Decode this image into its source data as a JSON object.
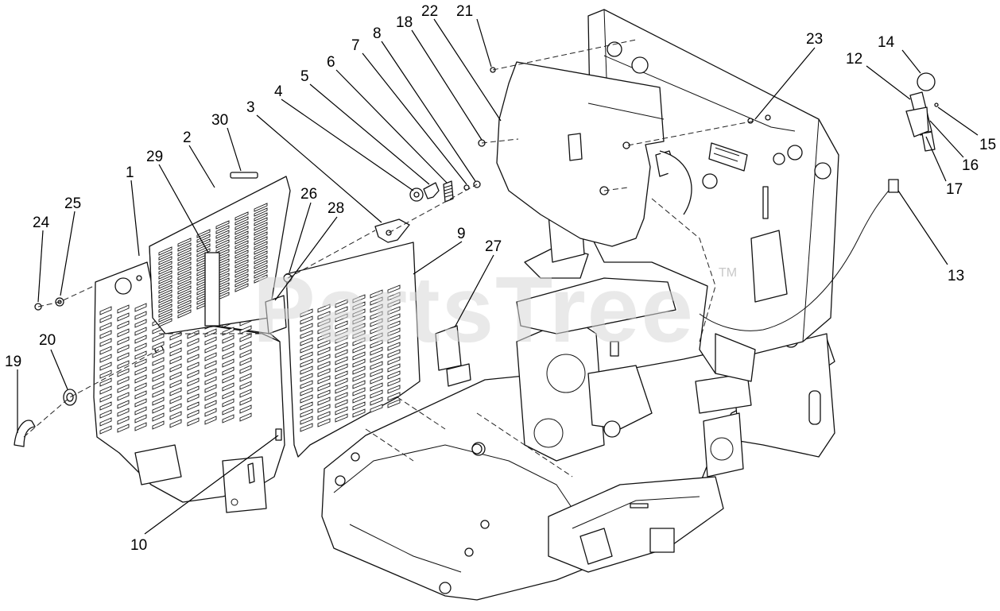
{
  "watermark": {
    "text": "PartsTree",
    "trademark": "TM"
  },
  "callouts": [
    "1",
    "2",
    "3",
    "4",
    "5",
    "6",
    "7",
    "8",
    "9",
    "10",
    "12",
    "13",
    "14",
    "15",
    "16",
    "17",
    "18",
    "19",
    "20",
    "21",
    "22",
    "23",
    "24",
    "25",
    "26",
    "27",
    "28",
    "29",
    "30"
  ]
}
